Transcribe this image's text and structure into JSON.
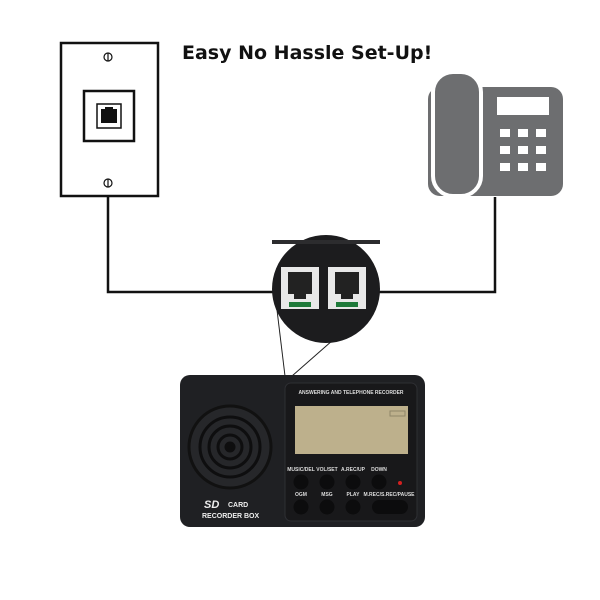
{
  "title": "Easy No Hassle Set-Up!",
  "device": {
    "header": "ANSWERING AND TELEPHONE RECORDER",
    "buttons_row1": [
      "MUSIC/DEL",
      "VOL/SET",
      "A.REC/UP",
      "DOWN"
    ],
    "buttons_row2": [
      "OGM",
      "MSG",
      "PLAY",
      "M.REC/S.REC/PAUSE"
    ],
    "brand_logo": "SD",
    "brand_line1": "CARD",
    "brand_line2": "RECORDER BOX"
  },
  "colors": {
    "phone": "#6d6e70",
    "device": "#1f2023",
    "lcd": "#bdb08c",
    "led": "#d42020"
  },
  "icons": [
    "wall-jack",
    "desk-phone",
    "rj11-ports",
    "speaker-grille"
  ]
}
